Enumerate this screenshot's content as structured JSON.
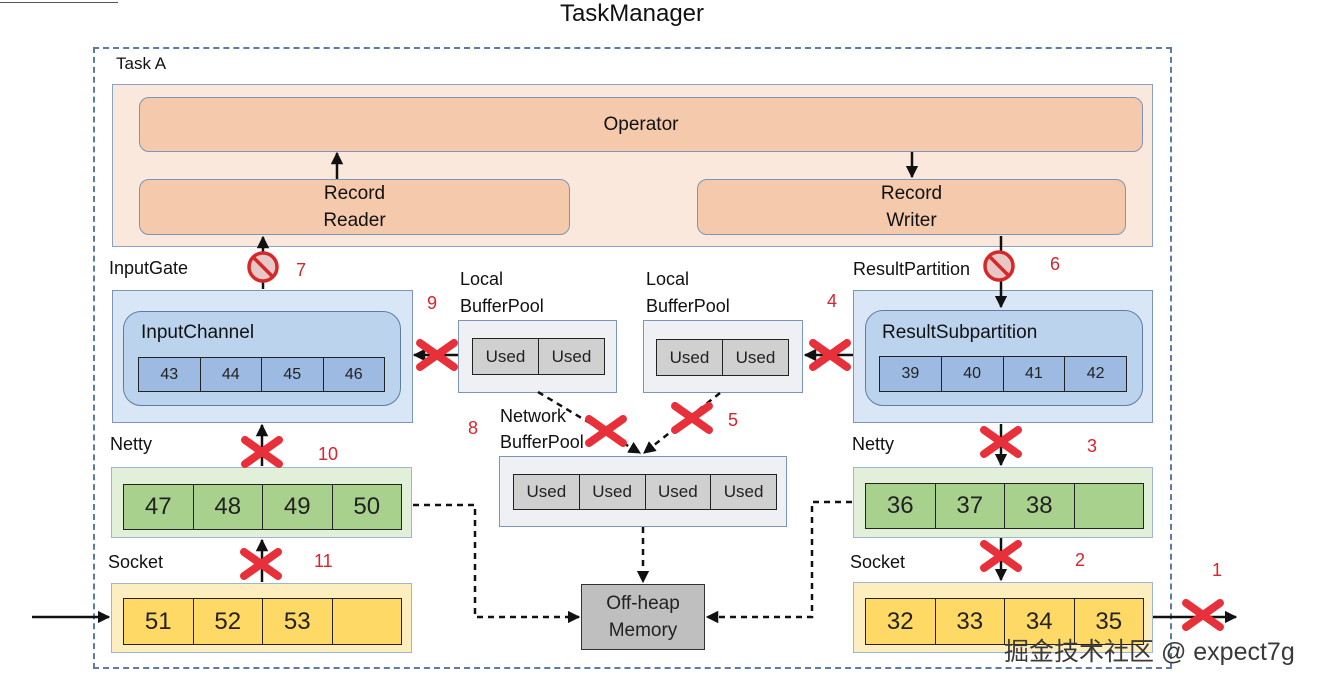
{
  "title": "TaskManager",
  "task_label": "Task A",
  "operator": "Operator",
  "record_reader": [
    "Record",
    "Reader"
  ],
  "record_writer": [
    "Record",
    "Writer"
  ],
  "input_gate": {
    "label": "InputGate",
    "channel_label": "InputChannel",
    "buffers": [
      "43",
      "44",
      "45",
      "46"
    ]
  },
  "result_partition": {
    "label": "ResultPartition",
    "subpartition_label": "ResultSubpartition",
    "buffers": [
      "39",
      "40",
      "41",
      "42"
    ]
  },
  "local_pool_left": {
    "label": [
      "Local",
      "BufferPool"
    ],
    "buffers": [
      "Used",
      "Used"
    ]
  },
  "local_pool_right": {
    "label": [
      "Local",
      "BufferPool"
    ],
    "buffers": [
      "Used",
      "Used"
    ]
  },
  "network_pool": {
    "label": [
      "Network",
      "BufferPool"
    ],
    "buffers": [
      "Used",
      "Used",
      "Used",
      "Used"
    ]
  },
  "netty_left": {
    "label": "Netty",
    "buffers": [
      "47",
      "48",
      "49",
      "50"
    ]
  },
  "netty_right": {
    "label": "Netty",
    "buffers": [
      "36",
      "37",
      "38",
      ""
    ]
  },
  "socket_left": {
    "label": "Socket",
    "buffers": [
      "51",
      "52",
      "53",
      ""
    ]
  },
  "socket_right": {
    "label": "Socket",
    "buffers": [
      "32",
      "33",
      "34",
      "35"
    ]
  },
  "offheap": [
    "Off-heap",
    "Memory"
  ],
  "step_numbers": [
    "1",
    "2",
    "3",
    "4",
    "5",
    "6",
    "7",
    "8",
    "9",
    "10",
    "11"
  ],
  "watermark": "掘金技术社区 @ expect7g",
  "colors": {
    "cross": "#e8303a",
    "block_sign": "#d62828",
    "step_number": "#d9232d",
    "frame": "#5d7ca4"
  }
}
